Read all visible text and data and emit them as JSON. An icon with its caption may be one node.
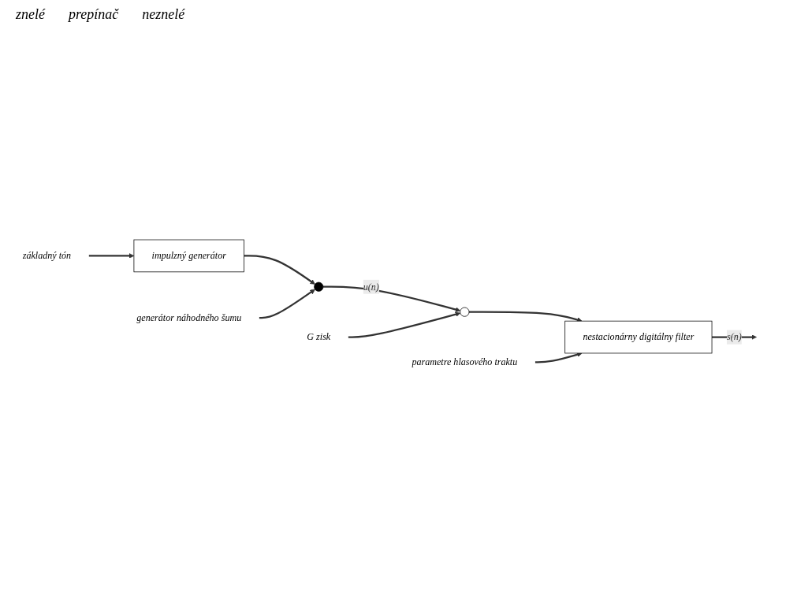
{
  "diagram": {
    "nodes": [
      {
        "text": [
          "základný tón"
        ]
      },
      {
        "text": [
          "impulzný generátor"
        ]
      },
      {
        "text": [
          "generátor náhodného šumu"
        ]
      },
      {
        "text": [],
        "shape": "switch"
      },
      {
        "text": [],
        "shape": "circle"
      },
      {
        "text": [
          "G zisk"
        ]
      },
      {
        "text": [
          "parametre hlasového traktu"
        ]
      },
      {
        "text": [
          "nestacionárny digitálny filter"
        ]
      }
    ],
    "edges": [
      {
        "from": 0,
        "to": 1,
        "arrow": "to"
      },
      {
        "from": 1,
        "to": 3,
        "arrow": "to"
      },
      {
        "from": 2,
        "to": 3,
        "arrow": "to"
      },
      {
        "from": 3,
        "to": 4,
        "arrow": "to",
        "label": "u(n)"
      },
      {
        "from": 5,
        "to": 4,
        "arrow": "to"
      },
      {
        "from": 4,
        "to": 7,
        "arrow": "to"
      },
      {
        "from": 6,
        "to": 7,
        "arrow": "to"
      },
      {
        "from": 7,
        "to": null,
        "arrow": "to",
        "label": "s(n)"
      }
    ],
    "labels": [
      "znelé",
      "prepínač",
      "neznelé"
    ]
  }
}
